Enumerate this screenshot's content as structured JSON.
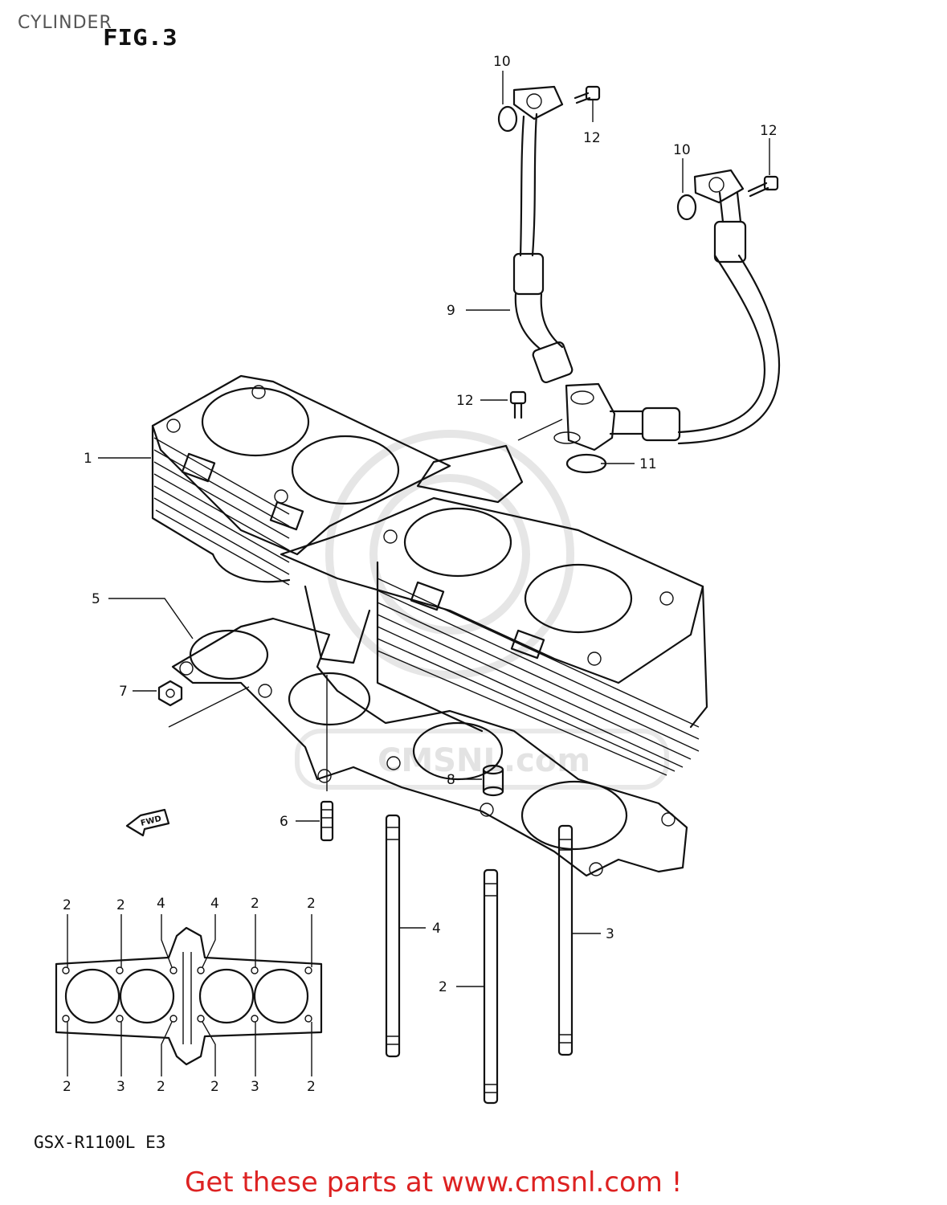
{
  "header": {
    "title": "CYLINDER",
    "figure": "FIG.3"
  },
  "footer": {
    "model": "GSX-R1100L  E3",
    "banner": "Get these parts at www.cmsnl.com !"
  },
  "watermark": {
    "text": "CMSNL.com"
  },
  "callouts": {
    "c1": "1",
    "c2a": "2",
    "c3a": "3",
    "c4a": "4",
    "c5": "5",
    "c6": "6",
    "c7": "7",
    "c8": "8",
    "c9": "9",
    "c10a": "10",
    "c10b": "10",
    "c11": "11",
    "c12a": "12",
    "c12b": "12",
    "c12c": "12",
    "fwd": "FWD"
  },
  "gasket_pattern": {
    "top": [
      "2",
      "2",
      "4",
      "4",
      "2",
      "2"
    ],
    "bottom": [
      "2",
      "3",
      "2",
      "2",
      "3",
      "2"
    ]
  },
  "colors": {
    "banner": "#dd2222",
    "line": "#111111",
    "watermark": "#e3e3e3"
  }
}
